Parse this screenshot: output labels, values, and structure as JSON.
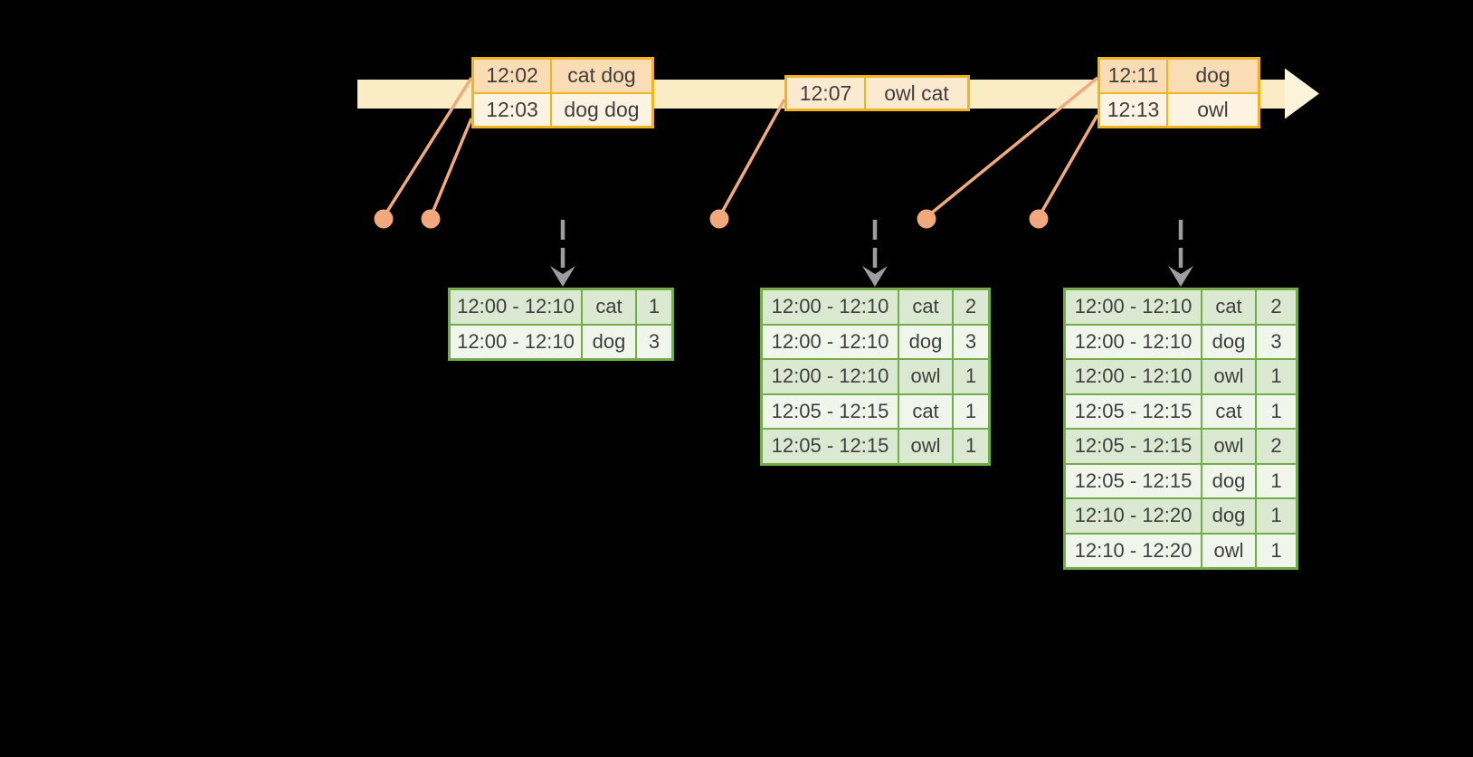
{
  "timeline": {
    "event_tables": [
      {
        "rows": [
          {
            "time": "12:02",
            "words": "cat dog"
          },
          {
            "time": "12:03",
            "words": "dog dog"
          }
        ]
      },
      {
        "rows": [
          {
            "time": "12:07",
            "words": "owl cat"
          }
        ]
      },
      {
        "rows": [
          {
            "time": "12:11",
            "words": "dog"
          },
          {
            "time": "12:13",
            "words": "owl"
          }
        ]
      }
    ]
  },
  "results": [
    {
      "rows": [
        {
          "window": "12:00 - 12:10",
          "word": "cat",
          "count": "1"
        },
        {
          "window": "12:00 - 12:10",
          "word": "dog",
          "count": "3"
        }
      ]
    },
    {
      "rows": [
        {
          "window": "12:00 - 12:10",
          "word": "cat",
          "count": "2"
        },
        {
          "window": "12:00 - 12:10",
          "word": "dog",
          "count": "3"
        },
        {
          "window": "12:00 - 12:10",
          "word": "owl",
          "count": "1"
        },
        {
          "window": "12:05 - 12:15",
          "word": "cat",
          "count": "1"
        },
        {
          "window": "12:05 - 12:15",
          "word": "owl",
          "count": "1"
        }
      ]
    },
    {
      "rows": [
        {
          "window": "12:00 - 12:10",
          "word": "cat",
          "count": "2"
        },
        {
          "window": "12:00 - 12:10",
          "word": "dog",
          "count": "3"
        },
        {
          "window": "12:00 - 12:10",
          "word": "owl",
          "count": "1"
        },
        {
          "window": "12:05 - 12:15",
          "word": "cat",
          "count": "1"
        },
        {
          "window": "12:05 - 12:15",
          "word": "owl",
          "count": "2"
        },
        {
          "window": "12:05 - 12:15",
          "word": "dog",
          "count": "1"
        },
        {
          "window": "12:10 - 12:20",
          "word": "dog",
          "count": "1"
        },
        {
          "window": "12:10 - 12:20",
          "word": "owl",
          "count": "1"
        }
      ]
    }
  ],
  "colors": {
    "background": "#000000",
    "timeline_band": "#FAEDC6",
    "timeline_arrowhead": "#FCF4D9",
    "event_table_border": "#F0B41E",
    "event_row_dark": "#FADCB5",
    "event_row_light": "#FDF3E3",
    "event_row_mid": "#FCEAD0",
    "connector_line": "#F1A97E",
    "event_dot": "#F1A87C",
    "trigger_arrow": "#9D9D9D",
    "result_table_border": "#71AE47",
    "result_row_dark": "#DCE9D2",
    "result_row_light": "#F1F6ED",
    "text": "#3F3F3F"
  }
}
